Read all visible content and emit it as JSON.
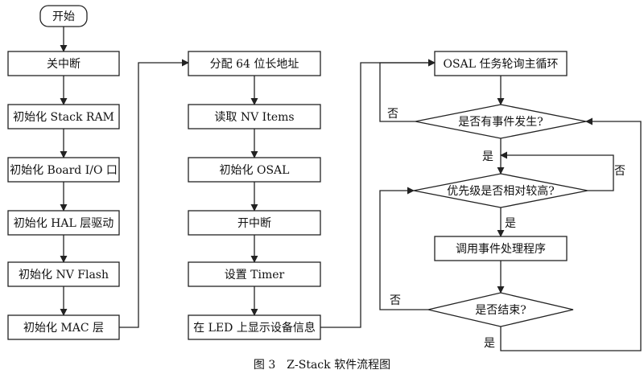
{
  "diagram": {
    "start": "开始",
    "col1": [
      "关中断",
      "初始化 Stack RAM",
      "初始化 Board I/O 口",
      "初始化 HAL 层驱动",
      "初始化 NV Flash",
      "初始化 MAC 层"
    ],
    "col2": [
      "分配 64 位长地址",
      "读取 NV Items",
      "初始化 OSAL",
      "开中断",
      "设置 Timer",
      "在 LED 上显示设备信息"
    ],
    "col3": {
      "main_loop": "OSAL 任务轮询主循环",
      "decision_event": "是否有事件发生?",
      "decision_priority": "优先级是否相对较高?",
      "handler": "调用事件处理程序",
      "decision_end": "是否结束?"
    },
    "branch_labels": {
      "event_no": "否",
      "event_yes": "是",
      "priority_no": "否",
      "priority_yes": "是",
      "end_no": "否",
      "end_yes": "是"
    }
  },
  "caption": "图 3　Z-Stack 软件流程图"
}
